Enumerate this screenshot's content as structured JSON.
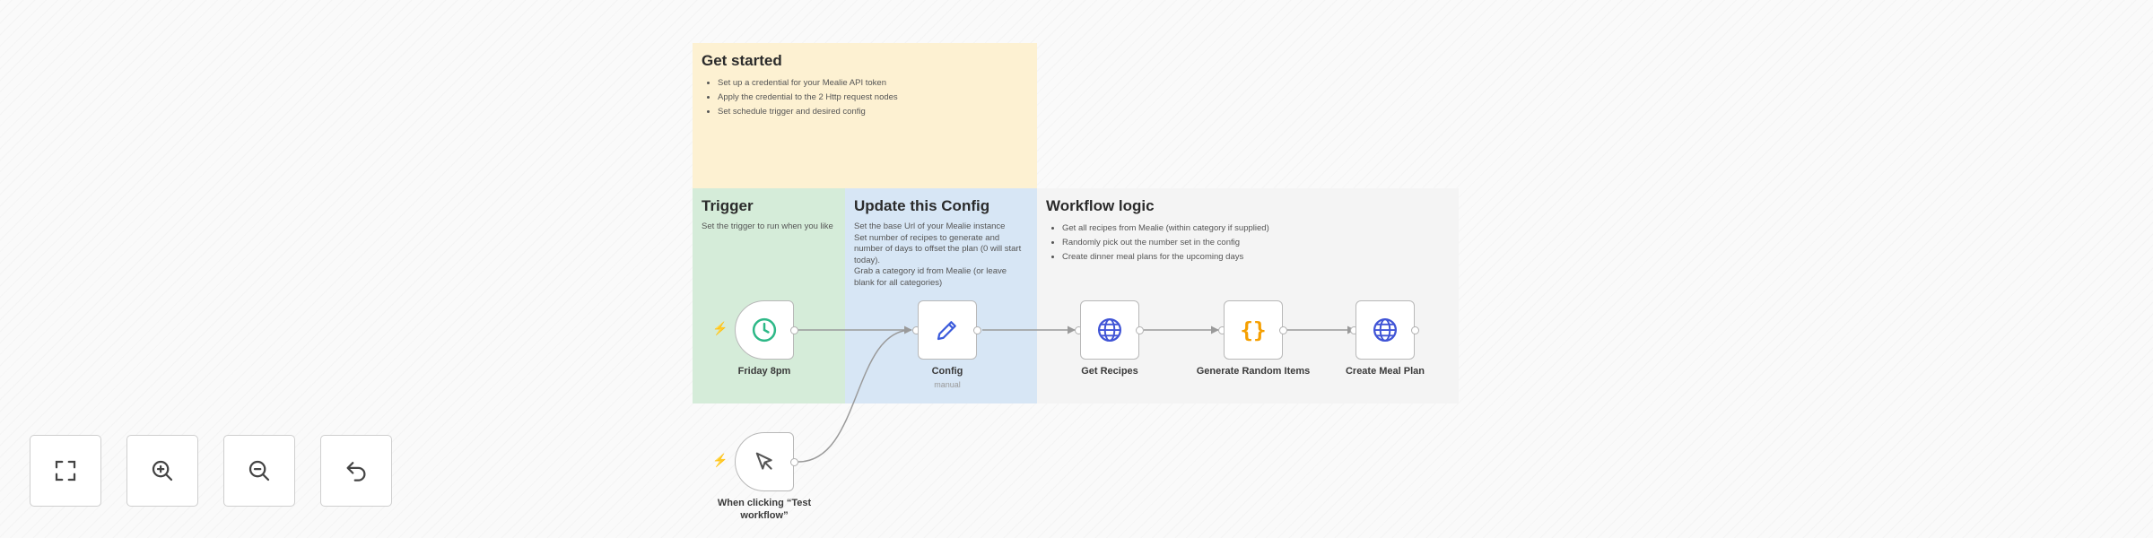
{
  "sticky_notes": {
    "get_started": {
      "title": "Get started",
      "items": [
        "Set up a credential for your Mealie API token",
        "Apply the credential to the 2 Http request nodes",
        "Set schedule trigger and desired config"
      ]
    },
    "trigger": {
      "title": "Trigger",
      "text": "Set the trigger to run when you like"
    },
    "config": {
      "title": "Update this Config",
      "lines": [
        "Set the base Url of your Mealie instance",
        "Set number of recipes to generate and number of days to offset the plan (0 will start today).",
        "Grab a category id from Mealie (or leave blank for all categories)"
      ]
    },
    "workflow_logic": {
      "title": "Workflow logic",
      "items": [
        "Get all recipes from Mealie (within category if supplied)",
        "Randomly pick out the number set in the config",
        "Create dinner meal plans for the upcoming days"
      ]
    }
  },
  "nodes": {
    "friday": {
      "label": "Friday 8pm",
      "icon": "clock-icon"
    },
    "config": {
      "label": "Config",
      "subtitle": "manual",
      "icon": "pencil-icon"
    },
    "get_recipes": {
      "label": "Get Recipes",
      "icon": "globe-icon"
    },
    "generate": {
      "label": "Generate Random Items",
      "icon": "code-braces-icon"
    },
    "create_plan": {
      "label": "Create Meal Plan",
      "icon": "globe-icon"
    },
    "manual": {
      "label": "When clicking “Test workflow”",
      "icon": "cursor-icon"
    }
  },
  "controls": [
    "fit-view-button",
    "zoom-in-button",
    "zoom-out-button",
    "reset-zoom-button"
  ],
  "colors": {
    "sticky_yellow": "#fdf1d2",
    "sticky_green": "#d5ecd9",
    "sticky_blue": "#d7e6f5",
    "sticky_gray": "#f4f4f4",
    "clock_green": "#2db887",
    "pencil_blue": "#3b5bdb",
    "globe_blue": "#4054d6",
    "braces_orange": "#f59f00",
    "trigger_bolt": "#ff6d5a"
  }
}
